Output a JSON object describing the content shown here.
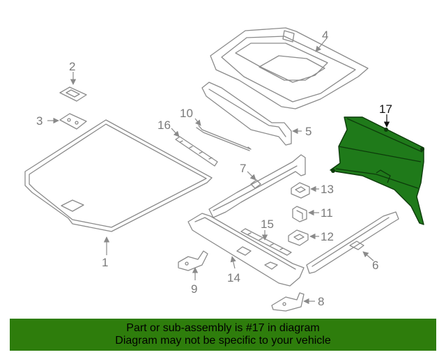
{
  "diagram": {
    "callouts": [
      "1",
      "2",
      "3",
      "4",
      "5",
      "6",
      "7",
      "8",
      "9",
      "10",
      "11",
      "12",
      "13",
      "14",
      "15",
      "16",
      "17"
    ],
    "highlighted_part": "17",
    "colors": {
      "highlight": "#1f7a1a",
      "line": "#8a8a8a",
      "banner": "#2e7d0c"
    }
  },
  "banner": {
    "line1": "Part or sub-assembly is #17 in diagram",
    "line2": "Diagram may not be specific to your vehicle"
  }
}
